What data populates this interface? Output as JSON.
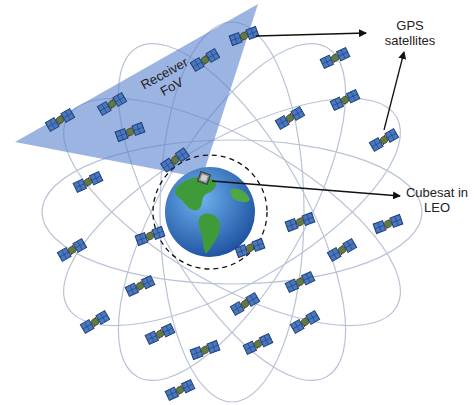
{
  "diagram": {
    "labels": [
      "Receiver FoV",
      "GPS satellites",
      "Cubesat in LEO"
    ]
  }
}
